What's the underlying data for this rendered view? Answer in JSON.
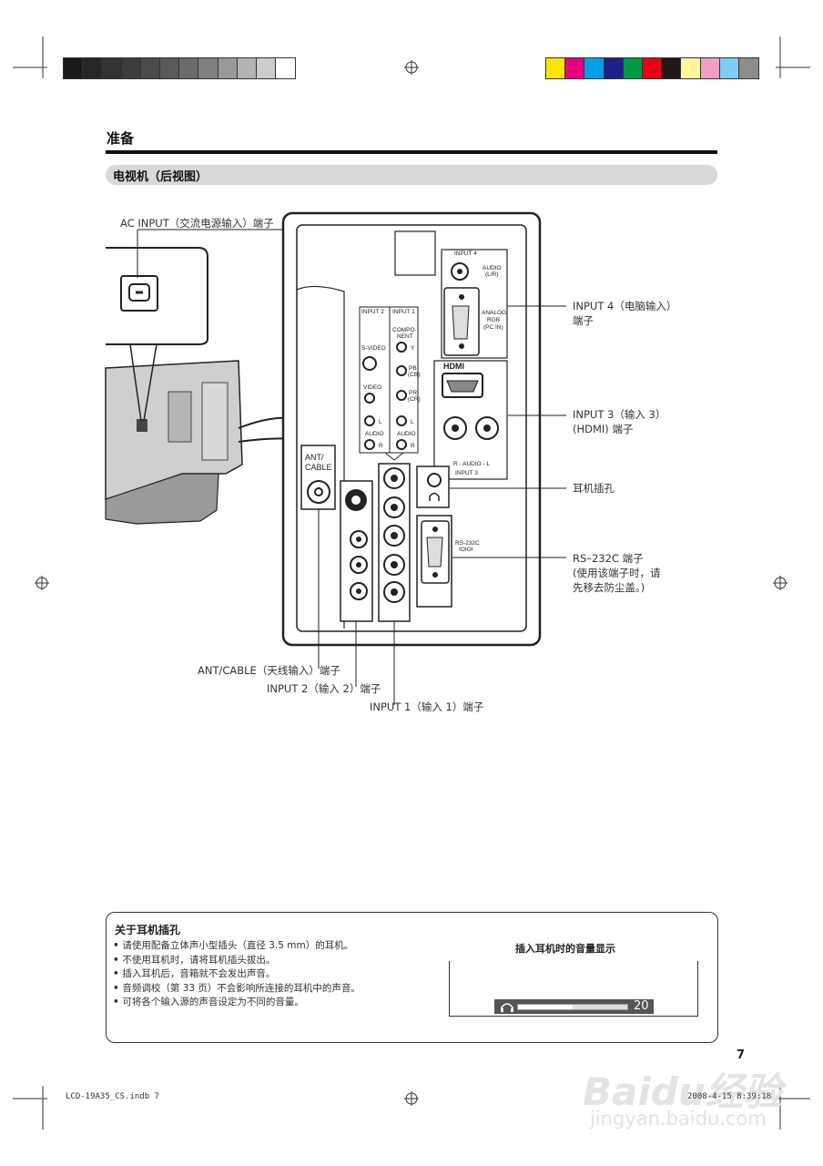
{
  "section_title": "准备",
  "subsection_title": "电视机（后视图）",
  "callouts": {
    "ac_input": "AC INPUT（交流电源输入）端子",
    "input4_line1": "INPUT 4（电脑输入）",
    "input4_line2": "端子",
    "input3_line1": "INPUT 3（输入 3）",
    "input3_line2": "(HDMI) 端子",
    "headphone": "耳机插孔",
    "rs232_line1": "RS–232C 端子",
    "rs232_line2": "(使用该端子时，请",
    "rs232_line3": "先移去防尘盖。)",
    "ant_cable": "ANT/CABLE（天线输入）端子",
    "input2": "INPUT 2（输入 2）端子",
    "input1": "INPUT 1（输入 1）端子"
  },
  "panel_labels": {
    "input4": "INPUT 4",
    "audio": "AUDIO",
    "lr": "(L/R)",
    "analog": "ANALOG",
    "rgb": "RGB",
    "pcin": "(PC IN)",
    "hdmi": "HDMI",
    "r_audio_l": "R - AUDIO - L",
    "input3": "INPUT 3",
    "input2": "INPUT 2",
    "input1": "INPUT 1",
    "compo": "COMPO-",
    "nent": "NENT",
    "y": "Y",
    "pb": "PB",
    "cb": "(CB)",
    "pr": "PR",
    "cr": "(CR)",
    "svideo": "S-VIDEO",
    "video": "VIDEO",
    "l": "L",
    "r": "R",
    "ant": "ANT/",
    "cable": "CABLE",
    "rs232c": "RS-232C",
    "ioioi": "IOIOI"
  },
  "notes": {
    "title": "关于耳机插孔",
    "items": [
      "请使用配备立体声小型插头（直径 3.5 mm）的耳机。",
      "不使用耳机时，请将耳机插头拔出。",
      "插入耳机后，音箱就不会发出声音。",
      "音频调校（第 33 页）不会影响所连接的耳机中的声音。",
      "可将各个输入源的声音设定为不同的音量。"
    ],
    "volume_title": "插入耳机时的音量显示",
    "volume_value": "20",
    "volume_level": 0.5
  },
  "page_number": "7",
  "footer_left": "LCD-19A35_CS.indb   7",
  "footer_right": "2008-4-15  8:39:18",
  "watermark": "Baidu经验",
  "watermark_url": "jingyan.baidu.com",
  "colors": {
    "gray_swatches": [
      "#1a1a1a",
      "#262626",
      "#333",
      "#3d3d3d",
      "#4a4a4a",
      "#595959",
      "#6b6b6b",
      "#808080",
      "#999",
      "#b3b3b3",
      "#ccc",
      "#fff"
    ],
    "color_swatches": [
      "#ffe600",
      "#e6007e",
      "#00a0e9",
      "#1d2088",
      "#009944",
      "#e60012",
      "#231815",
      "#fff799",
      "#f19ec2",
      "#7ecef4",
      "#8c8c8c"
    ]
  }
}
